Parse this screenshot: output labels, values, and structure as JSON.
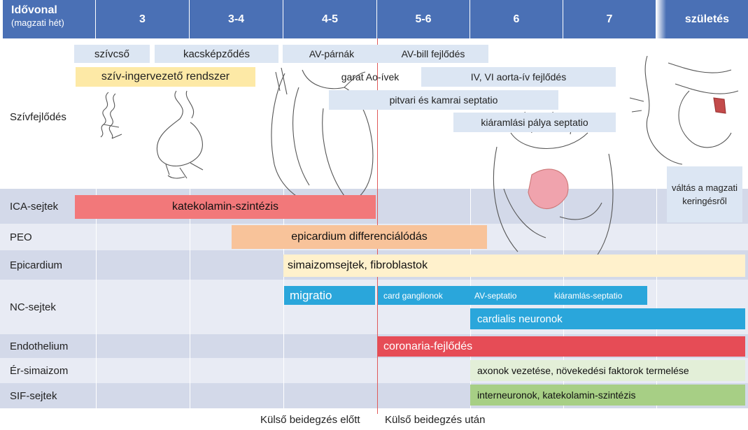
{
  "header": {
    "first_title": "Idővonal",
    "first_subtitle": "(magzati hét)",
    "columns": [
      "3",
      "3-4",
      "4-5",
      "5-6",
      "6",
      "7",
      "születés"
    ]
  },
  "rows": {
    "szivfejlodes": "Szívfejlődés",
    "ica": "ICA-sejtek",
    "peo": "PEO",
    "epicardium": "Epicardium",
    "nc": "NC-sejtek",
    "endothelium": "Endothelium",
    "er_simaizom": "Ér-simaizom",
    "sif": "SIF-sejtek"
  },
  "heart_labels": {
    "szivcso": "szívcső",
    "kacskepzodes": "kacsképződés",
    "av_parnak": "AV-párnák",
    "av_bill": "AV-bill fejlődés",
    "ingervezeto": "szív-ingervezető rendszer",
    "garat": "garat Ao-ívek",
    "aortaiv": "IV, VI aorta-ív fejlődés",
    "septatio": "pitvari és kamrai septatio",
    "kiaramlasi": "kiáramlási pálya septatio",
    "valtas": "váltás a magzati keringésről"
  },
  "bars": {
    "katekolamin": "katekolamin-szintézis",
    "epicardium_diff": "epicardium differenciálódás",
    "simaizom": "simaizomsejtek, fibroblastok",
    "migratio": "migratio",
    "card_ganglionok": "card ganglionok",
    "av_septatio": "AV-septatio",
    "kiaramlas_septatio": "kiáramlás-septatio",
    "cardialis_neuronok": "cardialis neuronok",
    "coronaria": "coronaria-fejlődés",
    "axonok": "axonok vezetése, növekedési faktorok termelése",
    "interneuronok": "interneuronok, katekolamin-szintézis"
  },
  "footer": {
    "before": "Külső beidegzés előtt",
    "after": "Külső beidegzés után"
  },
  "colors": {
    "header": "#4a70b5",
    "row_dark": "#d3d9e9",
    "row_light": "#e8ebf4",
    "pill_blue": "#dce6f3",
    "yellow": "#fde9a6",
    "salmon": "#f2787a",
    "peach": "#f8c39a",
    "cream": "#fff1cc",
    "cyan": "#2aa6db",
    "red": "#e64c56",
    "pale_green": "#e3efd8",
    "green": "#a7cf85",
    "divider": "#e05a5a"
  }
}
